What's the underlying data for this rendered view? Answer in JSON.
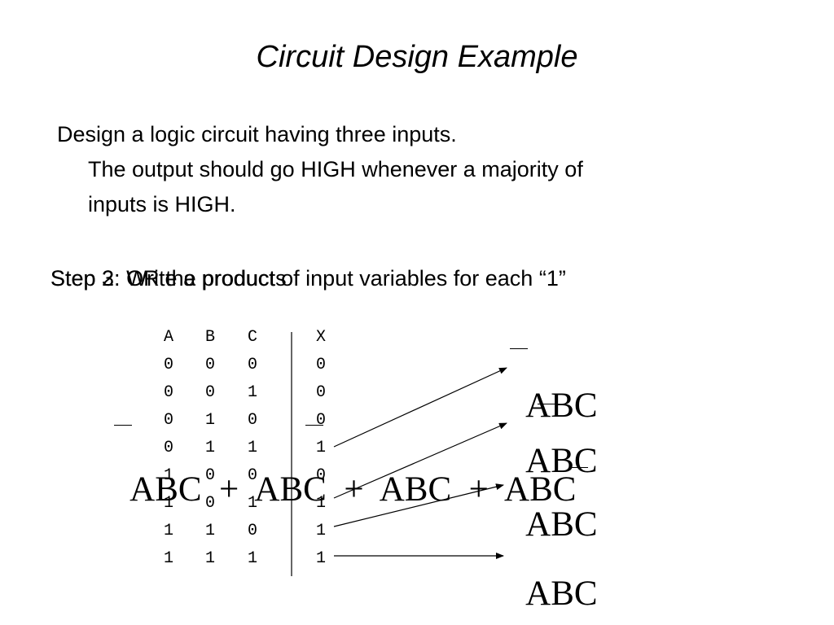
{
  "slide": {
    "title": "Circuit Design Example",
    "problem_line_1": "Design a logic circuit having three inputs.",
    "problem_line_2": "The output should go HIGH whenever a majority of",
    "problem_line_3": "inputs is HIGH.",
    "step_2": "Step 2: Write a product of input variables for each “1”",
    "step_3": "Step 3: OR the products"
  },
  "truth_table": {
    "headers": [
      "A",
      "B",
      "C",
      "X"
    ],
    "rows": [
      [
        "0",
        "0",
        "0",
        "0"
      ],
      [
        "0",
        "0",
        "1",
        "0"
      ],
      [
        "0",
        "1",
        "0",
        "0"
      ],
      [
        "0",
        "1",
        "1",
        "1"
      ],
      [
        "1",
        "0",
        "0",
        "0"
      ],
      [
        "1",
        "0",
        "1",
        "1"
      ],
      [
        "1",
        "1",
        "0",
        "1"
      ],
      [
        "1",
        "1",
        "1",
        "1"
      ]
    ]
  },
  "product_terms": [
    {
      "text": "ABC",
      "complemented": "A"
    },
    {
      "text": "ABC",
      "complemented": "B"
    },
    {
      "text": "ABC",
      "complemented": "C"
    },
    {
      "text": "ABC",
      "complemented": ""
    }
  ],
  "sum_expression": "ABC  +  ABC  +  ABC  +  ABC"
}
